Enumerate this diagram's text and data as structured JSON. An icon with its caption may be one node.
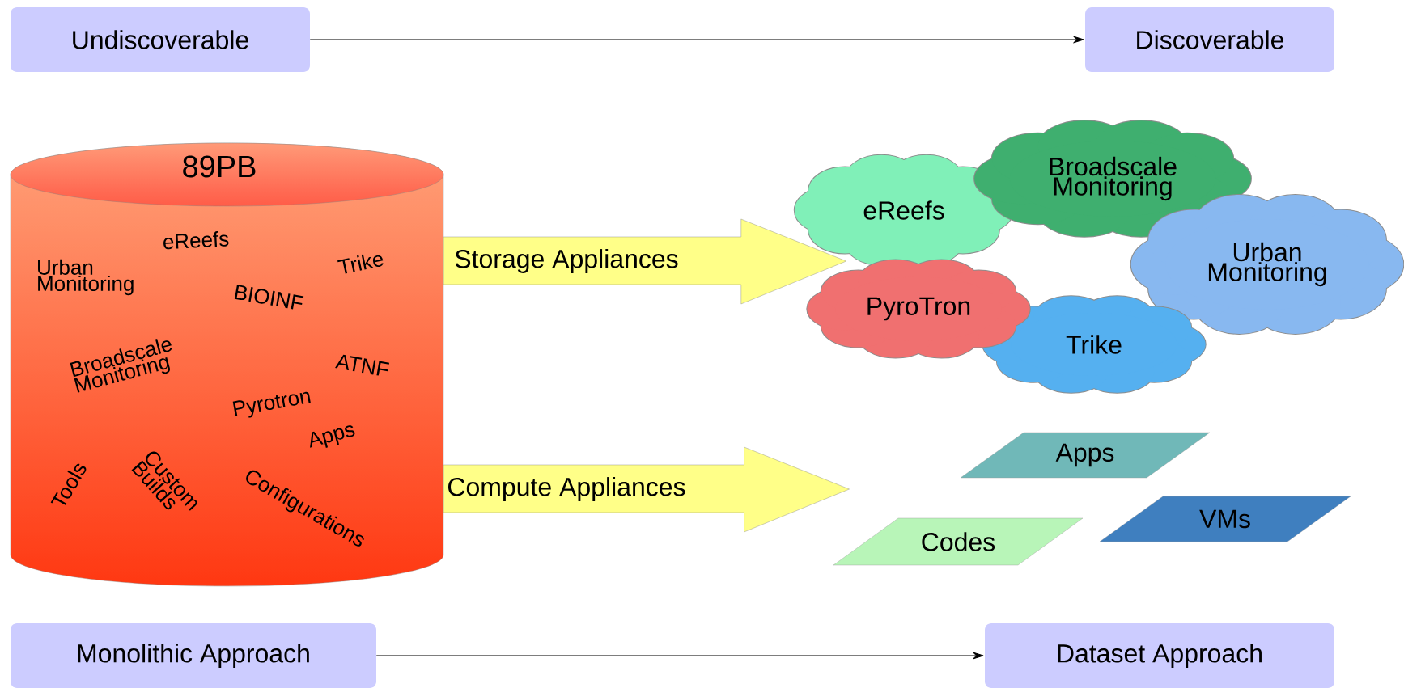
{
  "diagram": {
    "nodes": [
      {
        "text": [
          "Undiscoverable"
        ]
      },
      {
        "text": [
          "Discoverable"
        ]
      },
      {
        "text": [
          "89PB",
          "eReefs",
          "Urban Monitoring",
          "Trike",
          "BIOINF",
          "Broadscale Monitoring",
          "ATNF",
          "Pyrotron",
          "Apps",
          "Tools",
          "Custom Builds",
          "Configurations"
        ]
      },
      {
        "text": [
          "Broadscale Monitoring"
        ]
      },
      {
        "text": [
          "eReefs"
        ]
      },
      {
        "text": [
          "Urban Monitoring"
        ]
      },
      {
        "text": [
          "PyroTron"
        ]
      },
      {
        "text": [
          "Trike"
        ]
      },
      {
        "text": [
          "Apps"
        ]
      },
      {
        "text": [
          "VMs"
        ]
      },
      {
        "text": [
          "Codes"
        ]
      },
      {
        "text": [
          "Monolithic Approach"
        ]
      },
      {
        "text": [
          "Dataset Approach"
        ]
      }
    ],
    "edges": [
      {
        "from": 0,
        "to": 1,
        "arrow": "to"
      },
      {
        "from": 2,
        "to": 4,
        "label": "Storage Appliances",
        "arrow": "to",
        "style": "thick"
      },
      {
        "from": 2,
        "to": 10,
        "label": "Compute Appliances",
        "arrow": "to",
        "style": "thick"
      },
      {
        "from": 11,
        "to": 12,
        "arrow": "to"
      }
    ]
  }
}
